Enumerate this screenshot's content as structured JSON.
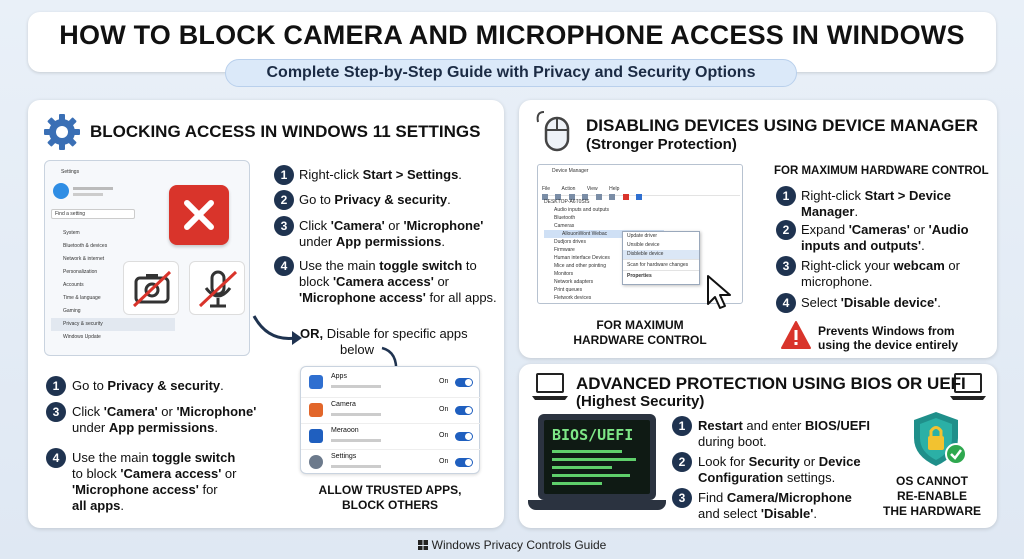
{
  "header": {
    "title": "HOW TO BLOCK CAMERA AND MICROPHONE ACCESS IN WINDOWS",
    "subtitle": "Complete Step-by-Step Guide with Privacy and Security Options"
  },
  "win11": {
    "title": "BLOCKING ACCESS IN WINDOWS 11 SETTINGS",
    "settings_window": {
      "title": "Settings",
      "search_placeholder": "Find a setting",
      "nav": [
        "System",
        "Bluetooth & devices",
        "Network & internet",
        "Personalization",
        "Accounts",
        "Time & language",
        "Gaming",
        "Privacy & security",
        "Windows Update"
      ]
    },
    "steps_right": [
      {
        "num": "1",
        "pre": "Right-click ",
        "bold": "Start > Settings",
        "post": "."
      },
      {
        "num": "2",
        "pre": "Go to ",
        "bold": "Privacy & security",
        "post": "."
      },
      {
        "num": "3",
        "pre": "Click ",
        "bold": "'Camera'",
        "mid": " or ",
        "bold2": "'Microphone'",
        "line2pre": "under ",
        "line2bold": "App permissions",
        "line2post": "."
      },
      {
        "num": "4",
        "l1": "Use the main ",
        "l1b": "toggle switch",
        "l1p": " to",
        "l2": "block ",
        "l2b": "'Camera access'",
        "l2p": " or",
        "l3b": "'Microphone access'",
        "l3p": " for all apps."
      }
    ],
    "steps_left": [
      {
        "num": "1",
        "pre": "Go to ",
        "bold": "Privacy & security",
        "post": "."
      },
      {
        "num": "3",
        "pre": "Click ",
        "bold": "'Camera'",
        "mid": " or ",
        "bold2": "'Microphone'",
        "line2pre": "under ",
        "line2bold": "App permissions",
        "line2post": "."
      },
      {
        "num": "4",
        "l1": "Use the main ",
        "l1b": "toggle switch",
        "l2": "to block ",
        "l2b": "'Camera access'",
        "l2p": " or",
        "l3b": "'Microphone access'",
        "l3p": " for",
        "l4b": "all apps",
        "l4p": "."
      }
    ],
    "or_bold": "OR,",
    "or_text": " Disable for specific apps",
    "or_text2": "below",
    "apps": [
      {
        "name": "Apps",
        "state": "On"
      },
      {
        "name": "Camera",
        "state": "On"
      },
      {
        "name": "Meraoon",
        "state": "On"
      },
      {
        "name": "Settings",
        "state": "On"
      }
    ],
    "apps_caption_1": "ALLOW TRUSTED APPS,",
    "apps_caption_2": "BLOCK OTHERS"
  },
  "devmgr": {
    "title": "DISABLING DEVICES USING DEVICE MANAGER",
    "subtitle": "(Stronger Protection)",
    "window": {
      "title": "Device Manager",
      "menu": [
        "File",
        "Action",
        "View",
        "Help"
      ],
      "root": "DESKTOP-A6T0SIS",
      "tree": [
        "Audio inputs and outputs",
        "Bluetooth",
        "Cameras",
        "AllouonWont Webac",
        "Dudjors drives",
        "Firmware",
        "Human interface Devices",
        "Mice and other pointing",
        "Monitors",
        "Network adapters",
        "Print queues",
        "Fletwork devices"
      ],
      "context": [
        "Update driver",
        "Unsible device",
        "Disbleble device",
        "Scan for hardware changes",
        "Properties"
      ]
    },
    "caption_left_1": "FOR MAXIMUM",
    "caption_left_2": "HARDWARE CONTROL",
    "right_heading": "FOR MAXIMUM HARDWARE CONTROL",
    "steps": [
      {
        "num": "1",
        "l1": "Right-click ",
        "l1b": "Start > Device",
        "l2b": "Manager",
        "l2p": "."
      },
      {
        "num": "2",
        "l1": "Expand ",
        "l1b": "'Cameras'",
        "l1p": " or ",
        "l1b2": "'Audio",
        "l2b": "inputs and outputs'",
        "l2p": "."
      },
      {
        "num": "3",
        "l1": "Right-click your ",
        "l1b": "webcam",
        "l1p": " or",
        "l2": "microphone."
      },
      {
        "num": "4",
        "l1": "Select ",
        "l1b": "'Disable device'",
        "l1p": "."
      }
    ],
    "warning_1": "Prevents Windows from",
    "warning_2": "using the device entirely"
  },
  "bios": {
    "title": "ADVANCED PROTECTION USING BIOS OR UEFI",
    "subtitle": "(Highest Security)",
    "screen_label": "BIOS/UEFI",
    "steps": [
      {
        "num": "1",
        "l1b": "Restart",
        "l1": " and enter ",
        "l1b2": "BIOS/UEFI",
        "l2": "during boot."
      },
      {
        "num": "2",
        "l1": "Look for ",
        "l1b": "Security",
        "l1p": " or ",
        "l1b2": "Device",
        "l2b": "Configuration",
        "l2p": " settings."
      },
      {
        "num": "3",
        "l1": "Find ",
        "l1b": "Camera/Microphone",
        "l2": "and select ",
        "l2b": "'Disable'",
        "l2p": "."
      }
    ],
    "caption_1": "OS CANNOT",
    "caption_2": "RE-ENABLE",
    "caption_3": "THE HARDWARE"
  },
  "footer": {
    "text": "Windows Privacy Controls Guide"
  }
}
